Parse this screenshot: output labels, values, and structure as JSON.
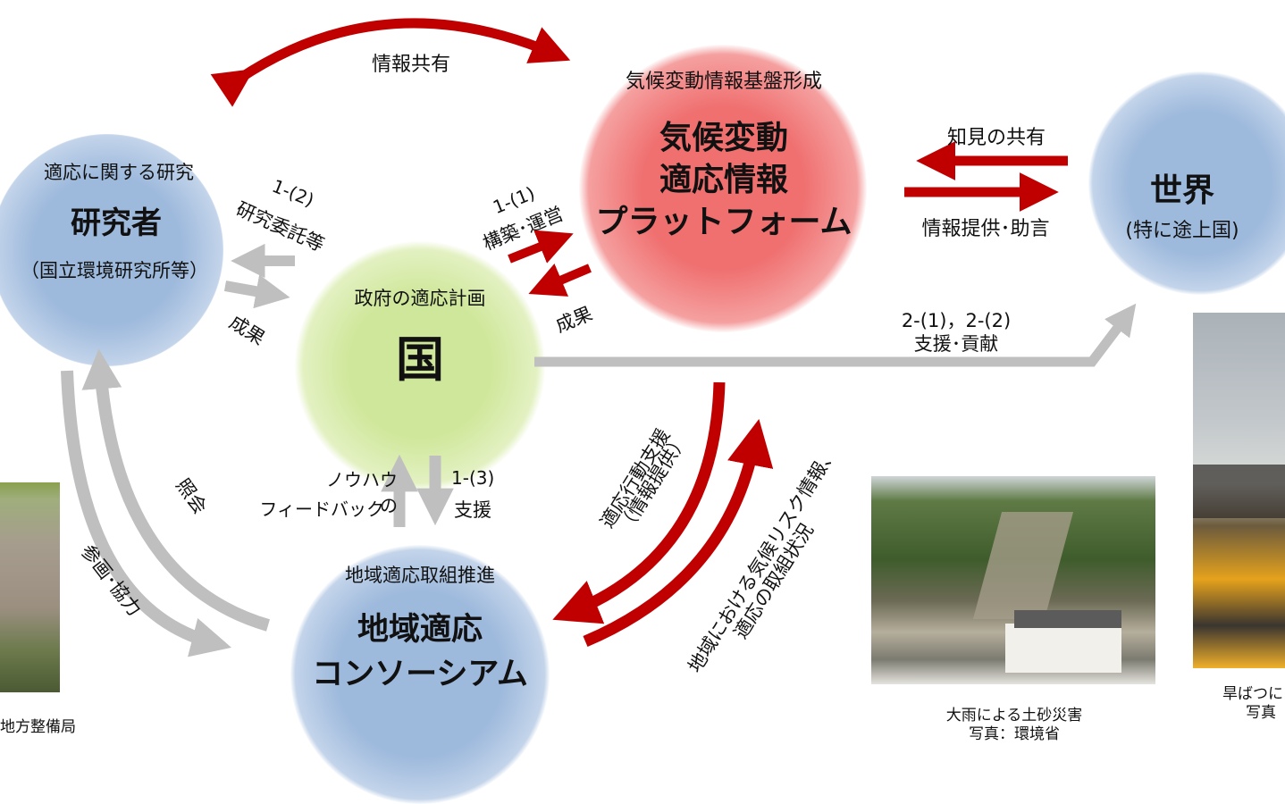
{
  "colors": {
    "red": "#c00000",
    "gray": "#bfbfbf",
    "blue_circle": "#9db9dc",
    "green_circle": "#cfe79a",
    "pink_circle": "#f07070"
  },
  "nodes": {
    "researcher": {
      "caption": "適応に関する研究",
      "title": "研究者",
      "sub": "（国立環境研究所等）"
    },
    "platform": {
      "caption": "気候変動情報基盤形成",
      "title_l1": "気候変動",
      "title_l2": "適応情報",
      "title_l3": "プラットフォーム"
    },
    "world": {
      "title": "世界",
      "sub": "(特に途上国)"
    },
    "country": {
      "caption": "政府の適応計画",
      "title": "国"
    },
    "consortium": {
      "caption": "地域適応取組推進",
      "title_l1": "地域適応",
      "title_l2": "コンソーシアム"
    }
  },
  "labels": {
    "info_share": "情報共有",
    "knowledge_share": "知見の共有",
    "info_advice": "情報提供･助言",
    "research_code": "1-(2)",
    "research_commission": "研究委託等",
    "result_left": "成果",
    "build_code": "1-(1)",
    "build_operate": "構築･運営",
    "result_right": "成果",
    "support_code": "2-(1)，2-(2)",
    "support_contribution": "支援･貢献",
    "knowhow_l1": "ノウハウの",
    "knowhow_l2": "フィードバック",
    "support3_code": "1-(3)",
    "support3": "支援",
    "inquiry": "照会",
    "participation": "参画･協力",
    "adapt_support_l1": "適応行動支援",
    "adapt_support_l2": "（情報提供）",
    "regional_l1": "地域における気候リスク情報､",
    "regional_l2": "適応の取組状況"
  },
  "photos": {
    "left_caption": "地方整備局",
    "mid_caption_l1": "大雨による土砂災害",
    "mid_caption_l2": "写真：環境省",
    "right_caption_l1": "旱ばつに",
    "right_caption_l2": "写真"
  }
}
